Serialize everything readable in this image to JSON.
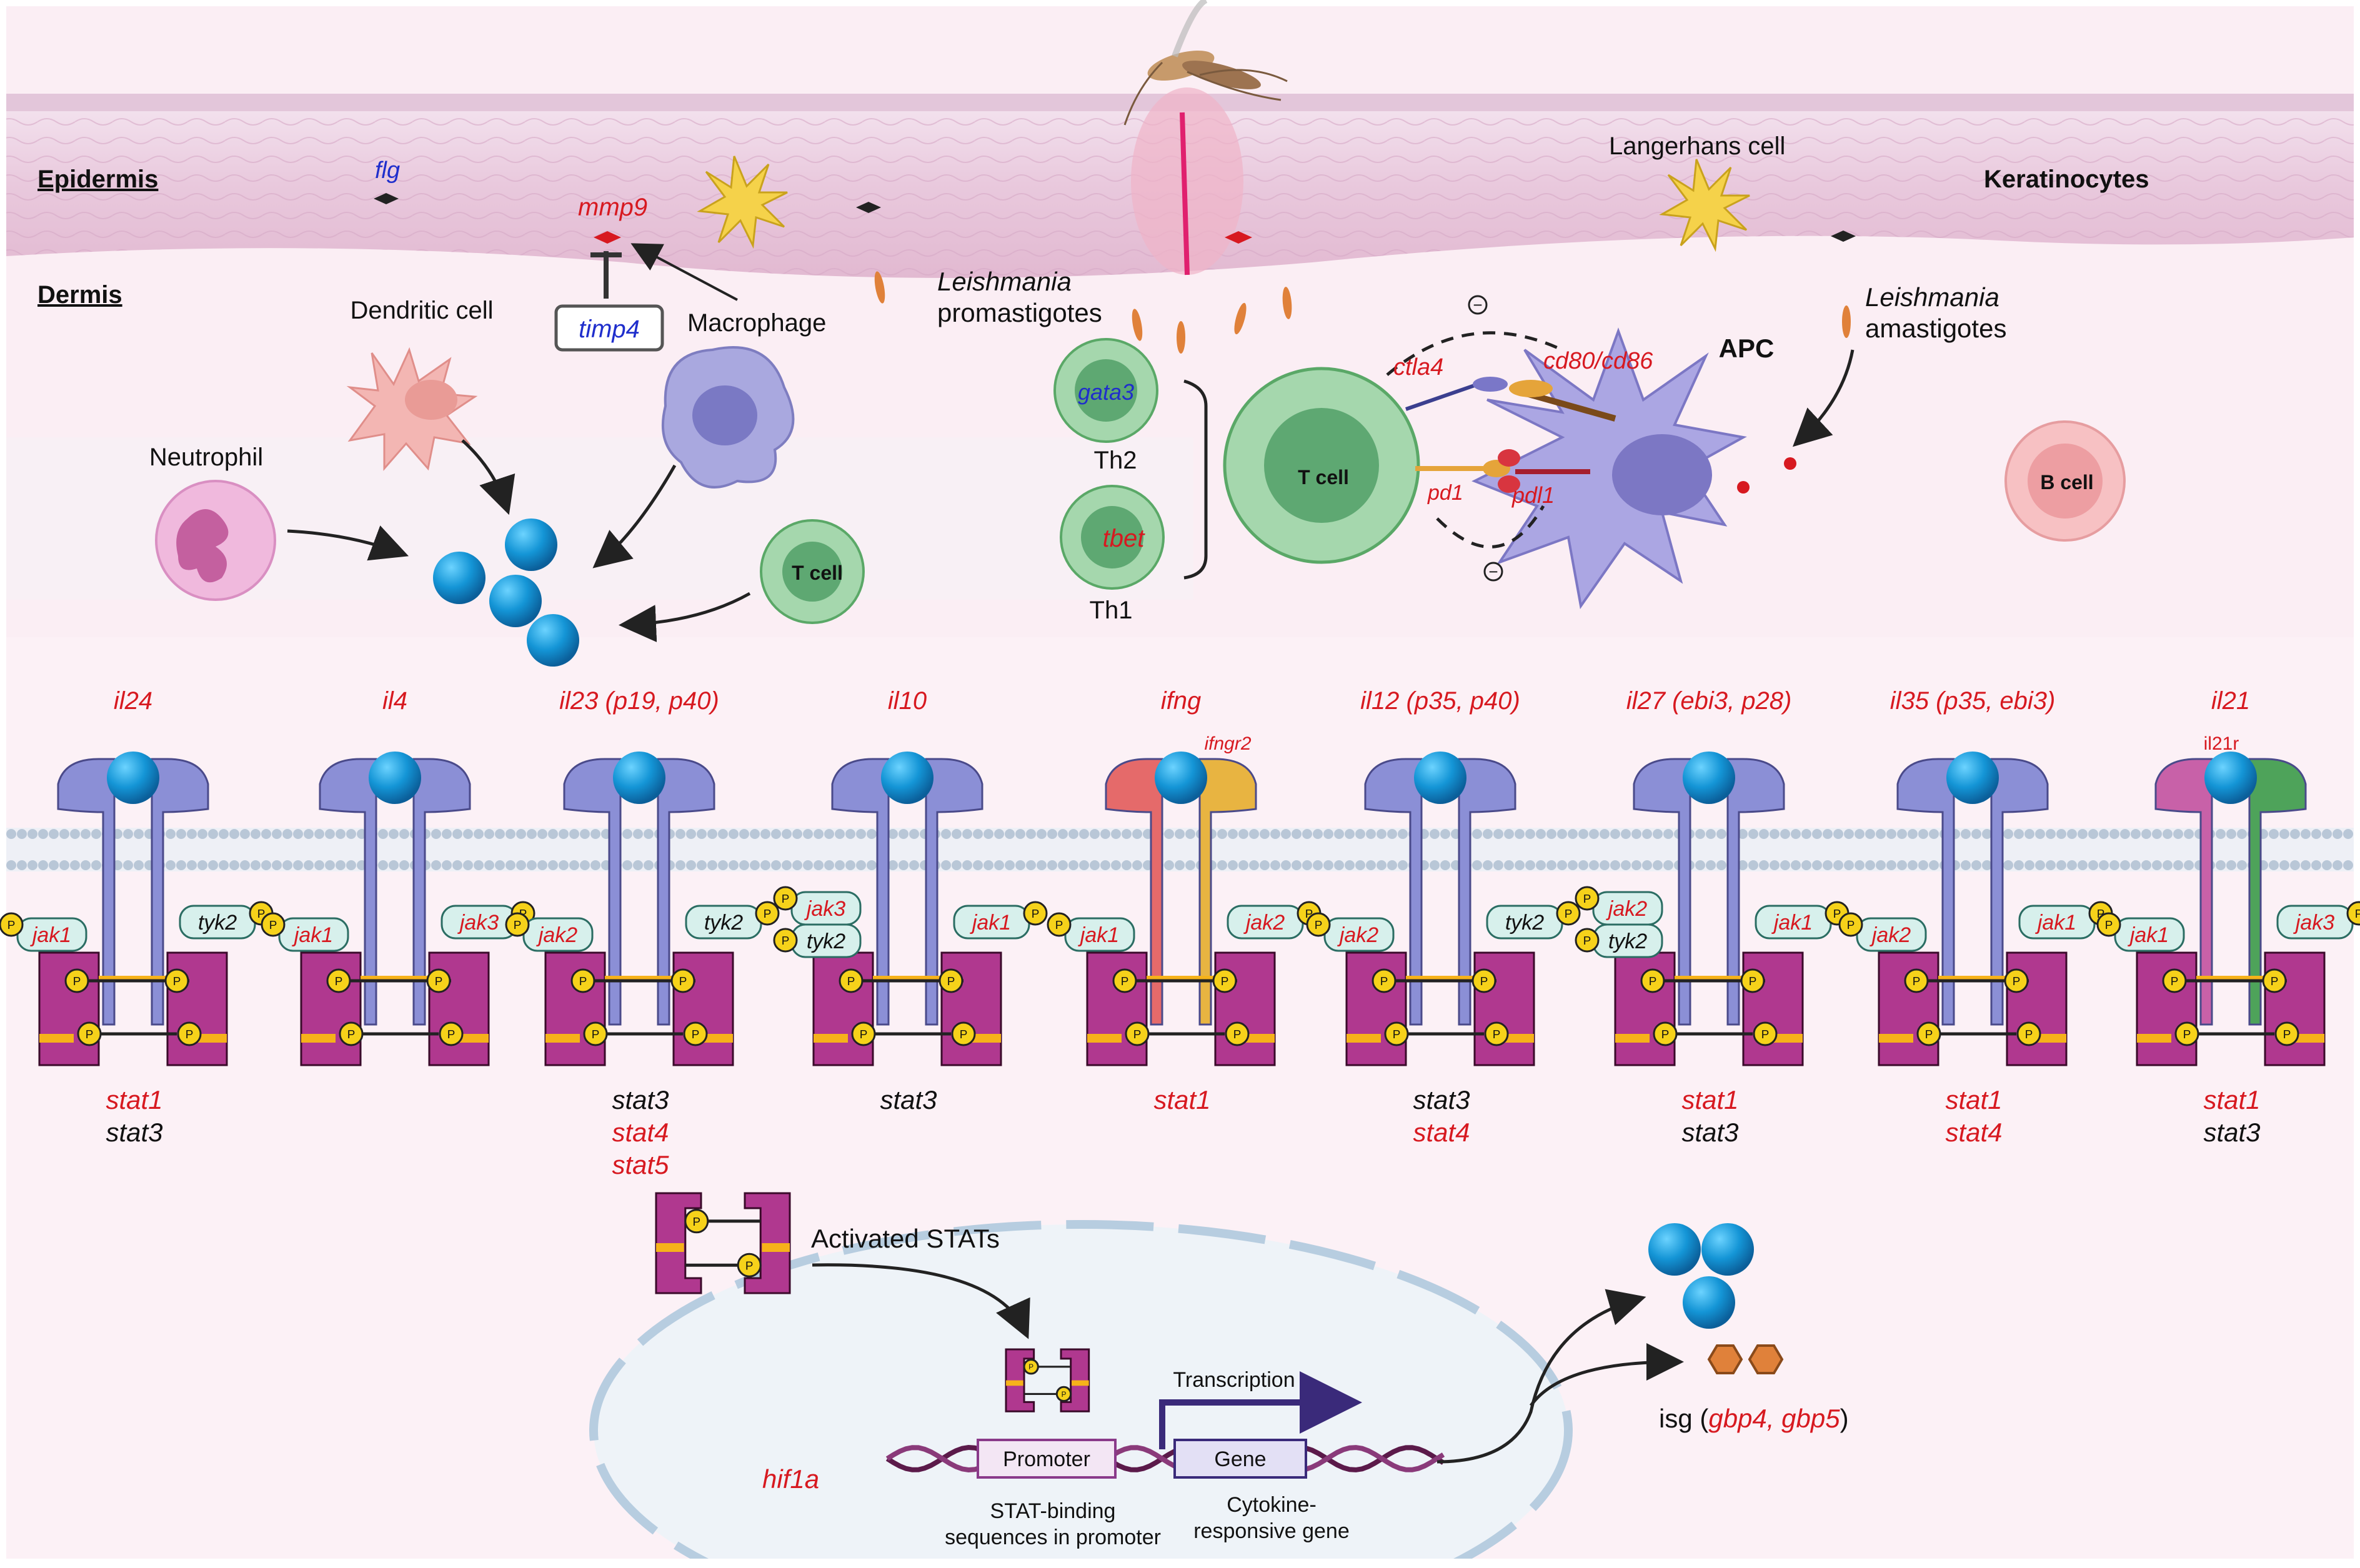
{
  "labels": {
    "epidermis": "Epidermis",
    "dermis": "Dermis",
    "flg": "flg",
    "mmp9": "mmp9",
    "timp4": "timp4",
    "macrophage": "Macrophage",
    "dendritic_cell": "Dendritic cell",
    "neutrophil": "Neutrophil",
    "t_cell": "T cell",
    "b_cell": "B cell",
    "langerhans_cell": "Langerhans cell",
    "keratinocytes": "Keratinocytes",
    "leishmania": "Leishmania",
    "promastigotes": "promastigotes",
    "amastigotes": "amastigotes",
    "gata3": "gata3",
    "th2": "Th2",
    "tbet": "tbet",
    "th1": "Th1",
    "ctla4": "ctla4",
    "cd80_cd86": "cd80/cd86",
    "pd1": "pd1",
    "pdl1": "pdl1",
    "apc": "APC",
    "minus": "−"
  },
  "receptors": [
    {
      "cytokine": "il24",
      "jak_left": "jak1",
      "jak_right": "tyk2",
      "stats": [
        "stat1",
        "stat3"
      ]
    },
    {
      "cytokine": "il4",
      "jak_left": "jak1",
      "jak_right": "jak3",
      "stats": []
    },
    {
      "cytokine": "il23 (p19, p40)",
      "jak_left": "jak2",
      "jak_right": "tyk2",
      "stats": [
        "stat3",
        "stat4",
        "stat5"
      ]
    },
    {
      "cytokine": "il10",
      "jak_left": "jak3",
      "jak_left2": "tyk2",
      "jak_right": "jak1",
      "stats": [
        "stat3"
      ]
    },
    {
      "cytokine": "ifng",
      "receptor_label": "ifngr2",
      "jak_left": "jak1",
      "jak_right": "jak2",
      "stats": [
        "stat1"
      ]
    },
    {
      "cytokine": "il12 (p35, p40)",
      "jak_left": "jak2",
      "jak_right": "tyk2",
      "stats": [
        "stat3",
        "stat4"
      ]
    },
    {
      "cytokine": "il27 (ebi3, p28)",
      "jak_left": "jak2",
      "jak_left2": "tyk2",
      "jak_right": "jak1",
      "stats": [
        "stat1",
        "stat3"
      ]
    },
    {
      "cytokine": "il35 (p35, ebi3)",
      "jak_left": "jak2",
      "jak_right": "jak1",
      "stats": [
        "stat1",
        "stat4"
      ]
    },
    {
      "cytokine": "il21",
      "receptor_label": "il21r",
      "jak_left": "jak1",
      "jak_right": "jak3",
      "stats": [
        "stat1",
        "stat3"
      ]
    }
  ],
  "nucleus": {
    "activated_stats": "Activated STATs",
    "transcription": "Transcription",
    "promoter": "Promoter",
    "gene": "Gene",
    "hif1a": "hif1a",
    "stat_binding_1": "STAT-binding",
    "stat_binding_2": "sequences in promoter",
    "cytokine_responsive_1": "Cytokine-",
    "cytokine_responsive_2": "responsive gene",
    "isg_prefix": "isg (",
    "isg_genes": "gbp4, gbp5",
    "isg_suffix": ")",
    "p": "P"
  },
  "colors": {
    "red_gene": "#d71920",
    "blue_gene": "#1f2ecc",
    "receptor": "#8b8fd6",
    "stat": "#b0388f",
    "jak_fill": "#d7f0ec",
    "phospho": "#f6d21a",
    "cytokine": "#0f8fd0",
    "membrane": "#b9c7d7"
  }
}
